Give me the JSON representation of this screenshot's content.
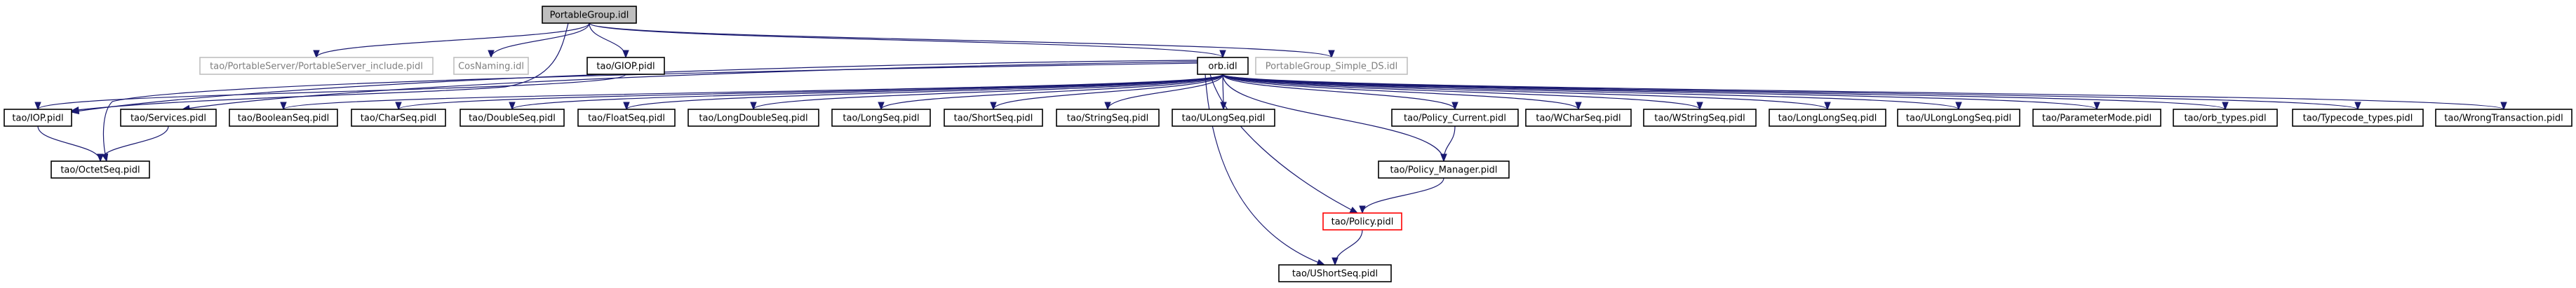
{
  "colors": {
    "edge": "#191970",
    "root_fill": "#bfbfbf",
    "root_stroke": "#000000",
    "normal_stroke": "#000000",
    "external_stroke": "#bfbfbf",
    "external_text": "#7f7f7f",
    "truncated_stroke": "#ff0000",
    "text": "#000000"
  },
  "nodes": [
    {
      "id": "PortableGroup_idl",
      "label": "PortableGroup.idl",
      "style": "root"
    },
    {
      "id": "PortableServer_include",
      "label": "tao/PortableServer/PortableServer_include.pidl",
      "style": "external"
    },
    {
      "id": "CosNaming",
      "label": "CosNaming.idl",
      "style": "external"
    },
    {
      "id": "GIOP",
      "label": "tao/GIOP.pidl",
      "style": "normal"
    },
    {
      "id": "orb",
      "label": "orb.idl",
      "style": "normal"
    },
    {
      "id": "PG_Simple_DS",
      "label": "PortableGroup_Simple_DS.idl",
      "style": "external"
    },
    {
      "id": "IOP",
      "label": "tao/IOP.pidl",
      "style": "normal"
    },
    {
      "id": "Services",
      "label": "tao/Services.pidl",
      "style": "normal"
    },
    {
      "id": "BooleanSeq",
      "label": "tao/BooleanSeq.pidl",
      "style": "normal"
    },
    {
      "id": "CharSeq",
      "label": "tao/CharSeq.pidl",
      "style": "normal"
    },
    {
      "id": "DoubleSeq",
      "label": "tao/DoubleSeq.pidl",
      "style": "normal"
    },
    {
      "id": "FloatSeq",
      "label": "tao/FloatSeq.pidl",
      "style": "normal"
    },
    {
      "id": "LongDoubleSeq",
      "label": "tao/LongDoubleSeq.pidl",
      "style": "normal"
    },
    {
      "id": "LongSeq",
      "label": "tao/LongSeq.pidl",
      "style": "normal"
    },
    {
      "id": "ShortSeq",
      "label": "tao/ShortSeq.pidl",
      "style": "normal"
    },
    {
      "id": "StringSeq",
      "label": "tao/StringSeq.pidl",
      "style": "normal"
    },
    {
      "id": "ULongSeq",
      "label": "tao/ULongSeq.pidl",
      "style": "normal"
    },
    {
      "id": "Policy_Current",
      "label": "tao/Policy_Current.pidl",
      "style": "normal"
    },
    {
      "id": "WCharSeq",
      "label": "tao/WCharSeq.pidl",
      "style": "normal"
    },
    {
      "id": "WStringSeq",
      "label": "tao/WStringSeq.pidl",
      "style": "normal"
    },
    {
      "id": "LongLongSeq",
      "label": "tao/LongLongSeq.pidl",
      "style": "normal"
    },
    {
      "id": "ULongLongSeq",
      "label": "tao/ULongLongSeq.pidl",
      "style": "normal"
    },
    {
      "id": "ParameterMode",
      "label": "tao/ParameterMode.pidl",
      "style": "normal"
    },
    {
      "id": "orb_types",
      "label": "tao/orb_types.pidl",
      "style": "normal"
    },
    {
      "id": "Typecode_types",
      "label": "tao/Typecode_types.pidl",
      "style": "normal"
    },
    {
      "id": "WrongTransaction",
      "label": "tao/WrongTransaction.pidl",
      "style": "normal"
    },
    {
      "id": "OctetSeq",
      "label": "tao/OctetSeq.pidl",
      "style": "normal"
    },
    {
      "id": "Policy_Manager",
      "label": "tao/Policy_Manager.pidl",
      "style": "normal"
    },
    {
      "id": "Policy",
      "label": "tao/Policy.pidl",
      "style": "truncated"
    },
    {
      "id": "UShortSeq",
      "label": "tao/UShortSeq.pidl",
      "style": "normal"
    }
  ],
  "edges": [
    [
      "PortableGroup_idl",
      "PortableServer_include"
    ],
    [
      "PortableGroup_idl",
      "CosNaming"
    ],
    [
      "PortableGroup_idl",
      "GIOP"
    ],
    [
      "PortableGroup_idl",
      "orb"
    ],
    [
      "PortableGroup_idl",
      "PG_Simple_DS"
    ],
    [
      "PortableGroup_idl",
      "IOP"
    ],
    [
      "GIOP",
      "IOP"
    ],
    [
      "IOP",
      "OctetSeq"
    ],
    [
      "Services",
      "OctetSeq"
    ],
    [
      "Policy_Current",
      "Policy_Manager"
    ],
    [
      "Policy_Manager",
      "Policy"
    ],
    [
      "Policy",
      "UShortSeq"
    ],
    [
      "orb",
      "IOP"
    ],
    [
      "orb",
      "Services"
    ],
    [
      "orb",
      "BooleanSeq"
    ],
    [
      "orb",
      "CharSeq"
    ],
    [
      "orb",
      "DoubleSeq"
    ],
    [
      "orb",
      "FloatSeq"
    ],
    [
      "orb",
      "LongDoubleSeq"
    ],
    [
      "orb",
      "LongSeq"
    ],
    [
      "orb",
      "ShortSeq"
    ],
    [
      "orb",
      "StringSeq"
    ],
    [
      "orb",
      "ULongSeq"
    ],
    [
      "orb",
      "Policy_Current"
    ],
    [
      "orb",
      "WCharSeq"
    ],
    [
      "orb",
      "WStringSeq"
    ],
    [
      "orb",
      "LongLongSeq"
    ],
    [
      "orb",
      "ULongLongSeq"
    ],
    [
      "orb",
      "ParameterMode"
    ],
    [
      "orb",
      "orb_types"
    ],
    [
      "orb",
      "Typecode_types"
    ],
    [
      "orb",
      "WrongTransaction"
    ],
    [
      "orb",
      "OctetSeq"
    ],
    [
      "orb",
      "Policy_Manager"
    ],
    [
      "orb",
      "Policy"
    ],
    [
      "orb",
      "UShortSeq"
    ]
  ]
}
